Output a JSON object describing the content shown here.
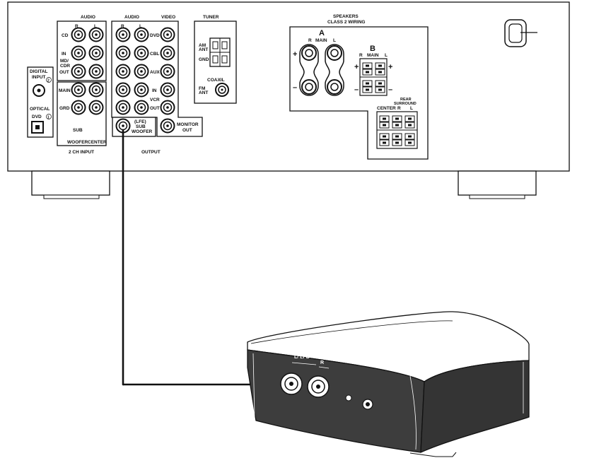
{
  "receiver": {
    "audio_top": "AUDIO",
    "audio_mid": "AUDIO",
    "video": "VIDEO",
    "tuner": "TUNER",
    "speakers_title": "SPEAKERS",
    "speakers_sub": "CLASS 2 WIRING",
    "r": "R",
    "l": "L",
    "row_cd": "CD",
    "row_in": "IN",
    "row_mdcdr_1": "MD/",
    "row_mdcdr_2": "CDR",
    "row_out": "OUT",
    "row_main": "MAIN",
    "row_grd": "GRD",
    "sub_1": "SUB",
    "sub_2": "WOOFER",
    "center": "CENTER",
    "two_ch_input": "2 CH INPUT",
    "output": "OUTPUT",
    "vid_dvd": "DVD",
    "vid_cbl": "CBL",
    "vid_aux": "AUX",
    "vid_in": "IN",
    "vid_vcr": "VCR",
    "vid_out": "OUT",
    "lfe_1": "(LFE)",
    "lfe_2": "SUB",
    "lfe_3": "WOOFER",
    "monitor_1": "MONITOR",
    "monitor_2": "OUT",
    "am_1": "AM",
    "am_2": "ANT",
    "gnd": "GND",
    "coaxil": "COAXIL",
    "fm_1": "FM",
    "fm_2": "ANT",
    "digital_1": "DIGITAL",
    "digital_2": "INPUT",
    "digital_num": "2",
    "optical": "OPTICAL",
    "dvd": "DVD",
    "dvd_num": "1",
    "spk_a": "A",
    "spk_a_r": "R",
    "spk_a_main": "MAIN",
    "spk_a_l": "L",
    "spk_b": "B",
    "spk_b_r": "R",
    "spk_b_main": "MAIN",
    "spk_b_l": "L",
    "plus": "+",
    "minus": "–",
    "rear_1": "REAR",
    "rear_2": "SURROUND",
    "rs_center": "CENTER",
    "rs_r": "R",
    "rs_l": "L"
  },
  "subwoofer": {
    "l_lfe": "L/ LFE",
    "r": "R"
  },
  "colors": {
    "line": "#111111",
    "panel_fill": "#ffffff",
    "subwoofer_front": "#3d3d3d",
    "subwoofer_top": "#ffffff"
  }
}
